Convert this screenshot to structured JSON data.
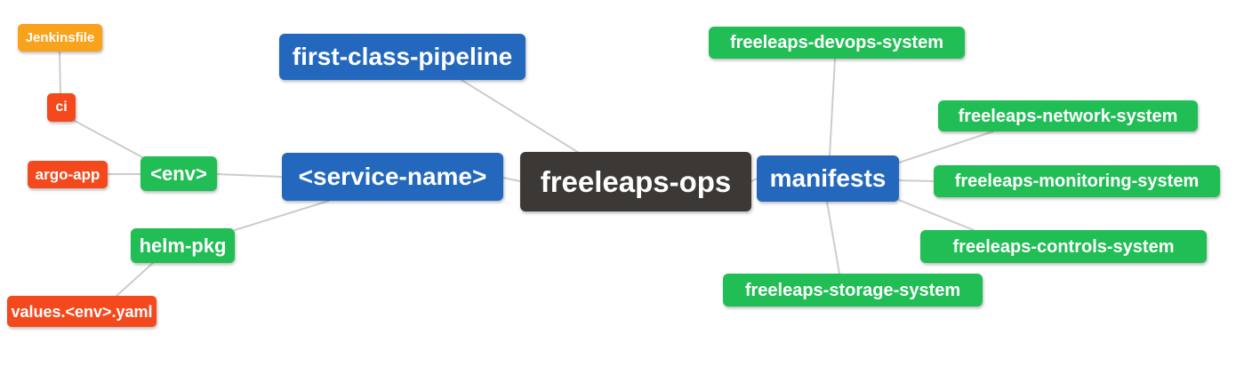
{
  "diagram": {
    "type": "mindmap",
    "root_label": "freeleaps-ops",
    "colors": {
      "blue": "#2368bd",
      "green": "#21bd55",
      "red": "#f4491d",
      "orange": "#f9a21b",
      "dark": "#3b3835",
      "edge": "#cccccc",
      "background": "#ffffff",
      "node_text": "#ffffff"
    },
    "nodes": {
      "jenkinsfile": {
        "label": "Jenkinsfile",
        "color": "orange"
      },
      "ci": {
        "label": "ci",
        "color": "red"
      },
      "argo_app": {
        "label": "argo-app",
        "color": "red"
      },
      "env": {
        "label": "<env>",
        "color": "green"
      },
      "helm_pkg": {
        "label": "helm-pkg",
        "color": "green"
      },
      "values_env_yaml": {
        "label": "values.<env>.yaml",
        "color": "red"
      },
      "first_class_pipeline": {
        "label": "first-class-pipeline",
        "color": "blue"
      },
      "service_name": {
        "label": "<service-name>",
        "color": "blue"
      },
      "freeleaps_ops": {
        "label": "freeleaps-ops",
        "color": "dark"
      },
      "manifests": {
        "label": "manifests",
        "color": "blue"
      },
      "devops_system": {
        "label": "freeleaps-devops-system",
        "color": "green"
      },
      "network_system": {
        "label": "freeleaps-network-system",
        "color": "green"
      },
      "monitoring_system": {
        "label": "freeleaps-monitoring-system",
        "color": "green"
      },
      "controls_system": {
        "label": "freeleaps-controls-system",
        "color": "green"
      },
      "storage_system": {
        "label": "freeleaps-storage-system",
        "color": "green"
      }
    },
    "edges": [
      {
        "from": "Jenkinsfile",
        "to": "ci"
      },
      {
        "from": "ci",
        "to": "<env>"
      },
      {
        "from": "argo-app",
        "to": "<env>"
      },
      {
        "from": "<env>",
        "to": "<service-name>"
      },
      {
        "from": "helm-pkg",
        "to": "<service-name>"
      },
      {
        "from": "values.<env>.yaml",
        "to": "helm-pkg"
      },
      {
        "from": "first-class-pipeline",
        "to": "freeleaps-ops"
      },
      {
        "from": "<service-name>",
        "to": "freeleaps-ops"
      },
      {
        "from": "freeleaps-ops",
        "to": "manifests"
      },
      {
        "from": "manifests",
        "to": "freeleaps-devops-system"
      },
      {
        "from": "manifests",
        "to": "freeleaps-network-system"
      },
      {
        "from": "manifests",
        "to": "freeleaps-monitoring-system"
      },
      {
        "from": "manifests",
        "to": "freeleaps-controls-system"
      },
      {
        "from": "manifests",
        "to": "freeleaps-storage-system"
      }
    ]
  }
}
